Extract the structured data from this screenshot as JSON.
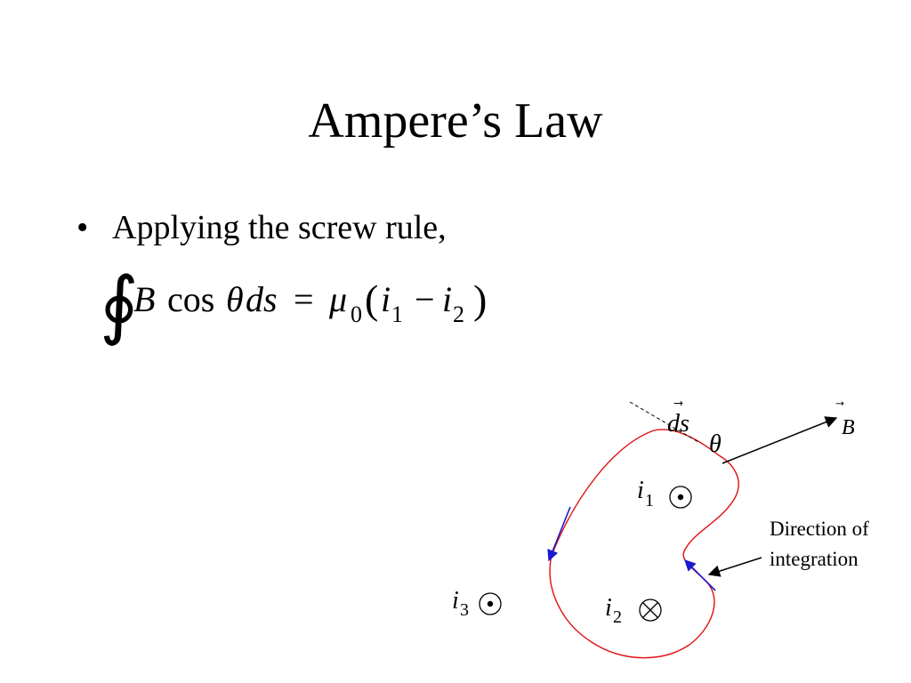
{
  "slide": {
    "title": "Ampere’s Law",
    "bullet_symbol": "•",
    "bullet_text": "Applying the screw rule,"
  },
  "equation": {
    "integral": "∮",
    "lhs_B": "B",
    "lhs_cos": "cos",
    "lhs_theta": "θ",
    "lhs_ds": "ds",
    "equals": "=",
    "mu": "μ",
    "mu_sub": "0",
    "lparen": "(",
    "i": "i",
    "sub1": "1",
    "minus": "−",
    "sub2": "2",
    "rparen": ")"
  },
  "diagram": {
    "ds_label": "ds",
    "ds_arrow": "⃗",
    "theta_label": "θ",
    "b_label": "B",
    "b_arrow": "⃗",
    "i1_label": "i",
    "i1_sub": "1",
    "i2_label": "i",
    "i2_sub": "2",
    "i3_label": "i",
    "i3_sub": "3",
    "direction_line1": "Direction of",
    "direction_line2": "integration",
    "colors": {
      "loop": "#e01010",
      "tangent": "#1a1acc",
      "ink": "#000000"
    }
  }
}
